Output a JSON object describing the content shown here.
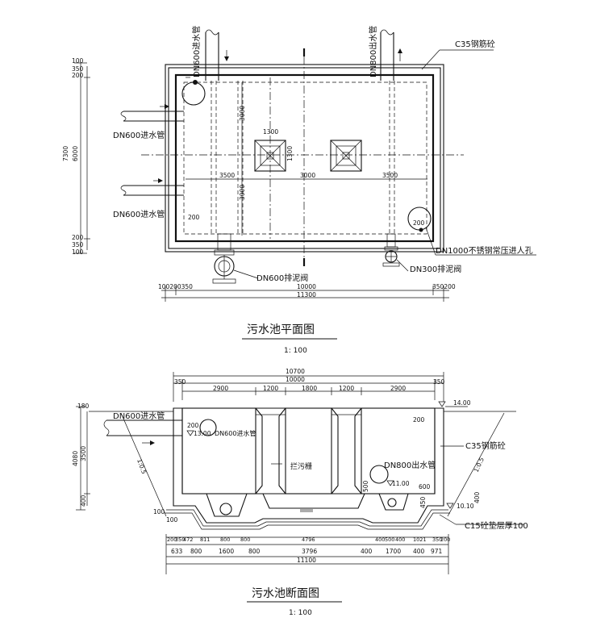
{
  "plan": {
    "title": "污水池平面图",
    "scale": "1: 100",
    "labels": {
      "inlet_top": "DN600进水管",
      "outlet_top": "DN800出水管",
      "concrete": "C35钢筋砼",
      "inlet_left_1": "DN600进水管",
      "inlet_left_2": "DN600进水管",
      "manhole": "DN1000不锈钢常压进人孔",
      "valve_600": "DN600排泥阀",
      "valve_300": "DN300排泥阀"
    },
    "dims": {
      "vert_total": "7300",
      "vert_inner": "6000",
      "v100a": "100",
      "v350a": "350",
      "v200a": "200",
      "v200b": "200",
      "v350b": "350",
      "v100b": "100",
      "d3000a": "3000",
      "d3000b": "3000",
      "d1300a": "1300",
      "d1300b": "1300",
      "d3500a": "3500",
      "d3000c": "3000",
      "d3500b": "3500",
      "d200a": "200",
      "d200b": "200",
      "bot_left": "100200350",
      "bot_10000": "10000",
      "bot_11300": "11300",
      "bot_right": "350200"
    }
  },
  "section": {
    "title": "污水池断面图",
    "scale": "1: 100",
    "labels": {
      "inlet": "DN600进水管",
      "inlet_inner": "DN600进水管",
      "grating": "拦污栅",
      "outlet": "DN800出水管",
      "concrete": "C35钢筋砼",
      "cushion": "C15砼垫层厚100",
      "slope_left": "1:0.5",
      "slope_right": "1:0.5"
    },
    "elev": {
      "top": "14.00",
      "inlet": "13.00",
      "outlet": "11.00",
      "bottom": "10.10"
    },
    "dims": {
      "top_total": "10700",
      "top_inner": "10000",
      "top_350a": "350",
      "top_350b": "350",
      "s2900a": "2900",
      "s1200a": "1200",
      "s1800": "1800",
      "s1200b": "1200",
      "s2900b": "2900",
      "left_180": "180",
      "left_4080": "4080",
      "left_3500": "3500",
      "left_400": "400",
      "i200": "200",
      "i200b": "200",
      "i100": "100",
      "i100b": "100",
      "i500": "500",
      "i600": "600",
      "i450": "450",
      "i400": "400",
      "b1_1": "200",
      "b1_2": "350",
      "b1_3": "472",
      "b1_4": "811",
      "b1_5": "800",
      "b1_6": "800",
      "b1_7": "4796",
      "b1_8": "400",
      "b1_9": "500",
      "b1_10": "400",
      "b1_11": "1021",
      "b1_12": "350",
      "b1_13": "200",
      "b2_1": "633",
      "b2_2": "800",
      "b2_3": "1600",
      "b2_4": "800",
      "b2_5": "3796",
      "b2_6": "400",
      "b2_7": "1700",
      "b2_8": "400",
      "b2_9": "971",
      "b_total": "11100"
    }
  }
}
